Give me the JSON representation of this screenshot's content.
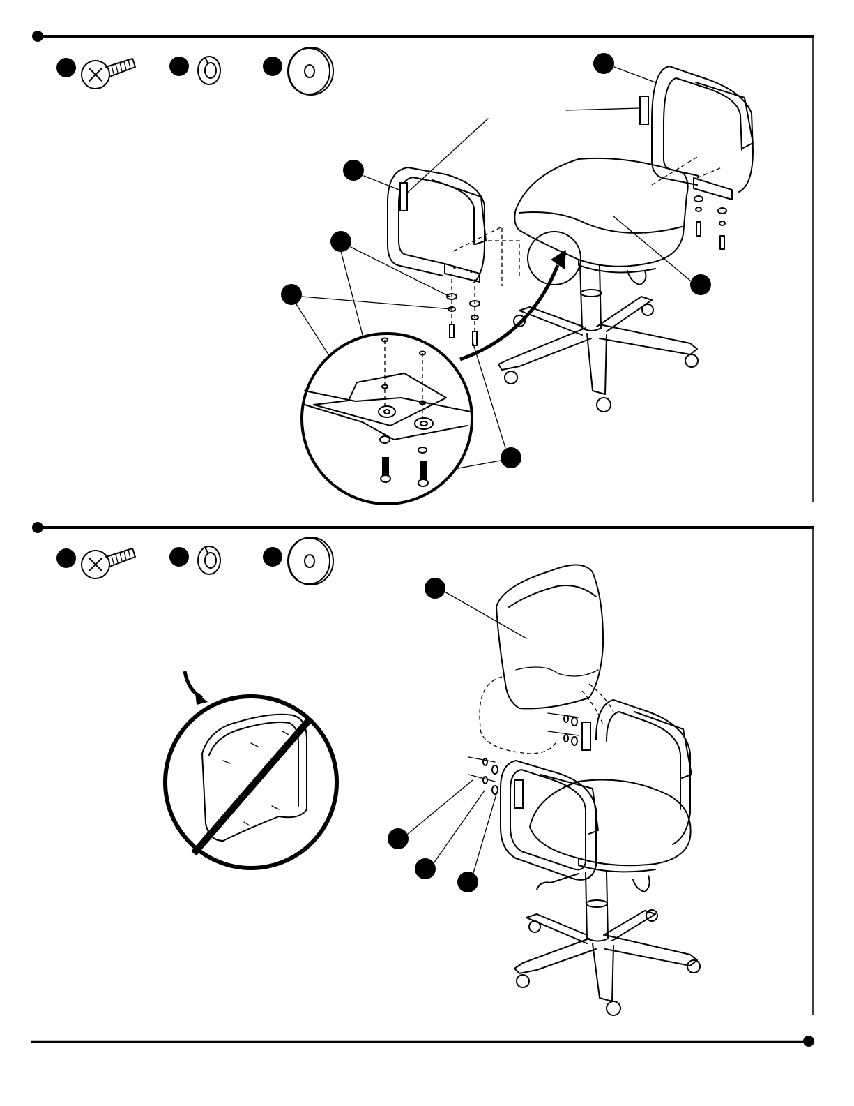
{
  "document": {
    "type": "assembly-instructions",
    "steps": [
      {
        "parts": [
          {
            "name": "screw-icon"
          },
          {
            "name": "lock-washer-icon"
          },
          {
            "name": "flat-washer-icon"
          }
        ],
        "illustration": "armrest-attachment-to-seat"
      },
      {
        "parts": [
          {
            "name": "screw-icon"
          },
          {
            "name": "lock-washer-icon"
          },
          {
            "name": "flat-washer-icon"
          }
        ],
        "illustration": "backrest-attachment-to-chair",
        "warning": "prohibited-symbol-icon"
      }
    ]
  },
  "colors": {
    "ink": "#000000",
    "paper": "#ffffff"
  }
}
